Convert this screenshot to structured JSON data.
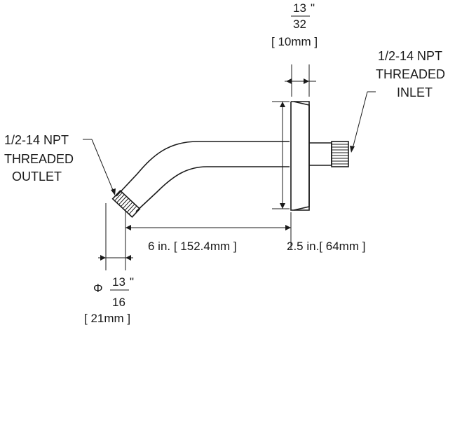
{
  "labels": {
    "outlet": {
      "line1": "1/2-14 NPT",
      "line2": "THREADED",
      "line3": "OUTLET"
    },
    "inlet": {
      "line1": "1/2-14 NPT",
      "line2": "THREADED",
      "line3": "INLET"
    }
  },
  "dimensions": {
    "flange_thickness": {
      "numerator": "13",
      "denominator": "32",
      "inch_mark": "\"",
      "metric": "[ 10mm ]"
    },
    "arm_length": {
      "text": "6 in. [ 152.4mm ]"
    },
    "flange_offset": {
      "text": "2.5 in.[ 64mm ]"
    },
    "outlet_diameter": {
      "symbol": "Φ",
      "numerator": "13",
      "denominator": "16",
      "inch_mark": "\"",
      "metric": "[ 21mm ]"
    }
  }
}
